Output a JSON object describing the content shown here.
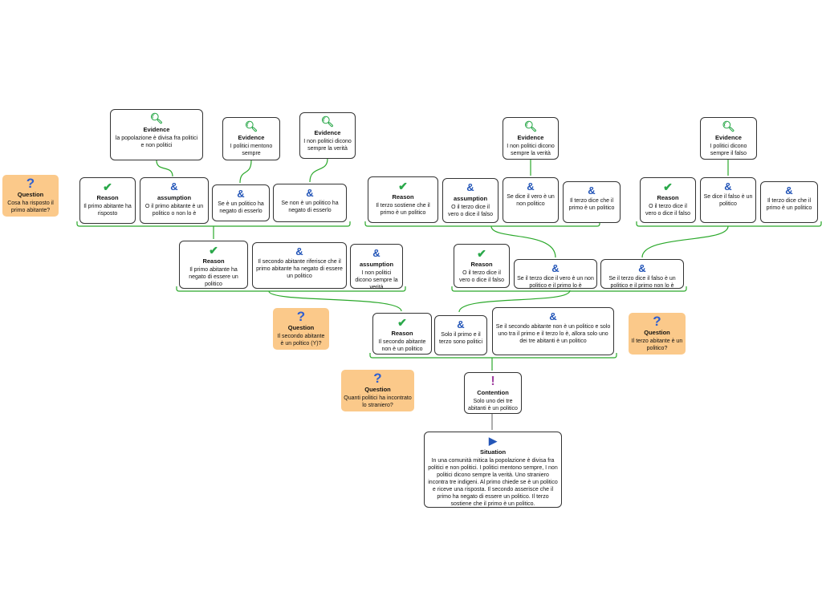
{
  "nodes": {
    "q1": {
      "type": "Question",
      "text": "Cosa ha risposto il primo abitante?"
    },
    "e1": {
      "type": "Evidence",
      "text": "la popolazione è divisa fra politici e non politici"
    },
    "e2": {
      "type": "Evidence",
      "text": "I politici mentono sempre"
    },
    "e3": {
      "type": "Evidence",
      "text": "I non politici dicono sempre la verità"
    },
    "r1": {
      "type": "Reason",
      "text": "Il primo abitante ha risposto"
    },
    "a1": {
      "type": "assumption",
      "text": "O il primo abitante è un politico o non lo è"
    },
    "c1": {
      "text": "Se è un politico ha negato di esserlo"
    },
    "c2": {
      "text": "Se non è un politico ha negato di esserlo"
    },
    "e4": {
      "type": "Evidence",
      "text": "I non politici dicono sempre la verità"
    },
    "r2": {
      "type": "Reason",
      "text": "Il terzo sostiene che il primo è un politico"
    },
    "a2": {
      "type": "assumption",
      "text": "O il terzo dice il vero o dice il falso"
    },
    "c3": {
      "text": "Se dice il vero è un non politico"
    },
    "c4": {
      "text": "Il terzo dice che il primo è un politico"
    },
    "e5": {
      "type": "Evidence",
      "text": "I politici dicono sempre il falso"
    },
    "r3": {
      "type": "Reason",
      "text": "O il terzo dice il vero o dice il falso"
    },
    "c5": {
      "text": "Se dice il falso è un politico"
    },
    "c6": {
      "text": "Il terzo dice che il primo è un politico"
    },
    "r4": {
      "type": "Reason",
      "text": "Il primo abitante ha negato di essere un politico"
    },
    "c7": {
      "text": "Il secondo abitante riferisce che il primo abitante  ha negato di essere un politico"
    },
    "a3": {
      "type": "assumption",
      "text": "I non politici dicono sempre la verità"
    },
    "r5": {
      "type": "Reason",
      "text": "O il terzo dice il vero o dice il falso"
    },
    "c8": {
      "text": "Se il terzo dice il vero è un non politico e il primo lo è"
    },
    "c9": {
      "text": "Se il terzo dice il falso è un politico e  il primo non lo è"
    },
    "q2": {
      "type": "Question",
      "text": "Il secondo abitante è un poltico (Y)?"
    },
    "q3": {
      "type": "Question",
      "text": "Il terzo abitante è un politico?"
    },
    "r6": {
      "type": "Reason",
      "text": "Il secondo abitante non è un politico"
    },
    "c10": {
      "text": "Solo il primo e il terzo sono politici"
    },
    "c11": {
      "text": "Se il secondo abitante non è un politico e solo uno tra il primo e il terzo lo è, allora solo uno dei tre abitanti è un politico"
    },
    "q4": {
      "type": "Question",
      "text": "Quanti politici ha incontrato lo straniero?"
    },
    "ct": {
      "type": "Contention",
      "text": "Solo uno dei tre abitanti è un politico"
    },
    "st": {
      "type": "Situation",
      "text": "In una comunità mitica la popolazione è divisa fra politici e non politici. I politici mentono sempre, I non politici dicono sempre la verità. Uno straniero incontra tre indigeni. Al primo chiede se è un politico e riceve una risposta. Il secondo asserisce che il primo ha negato di essere un politico. Il terzo sostiene che il primo è un politico."
    }
  },
  "colors": {
    "link": "#2aa82a",
    "question": "#fbc98a"
  }
}
